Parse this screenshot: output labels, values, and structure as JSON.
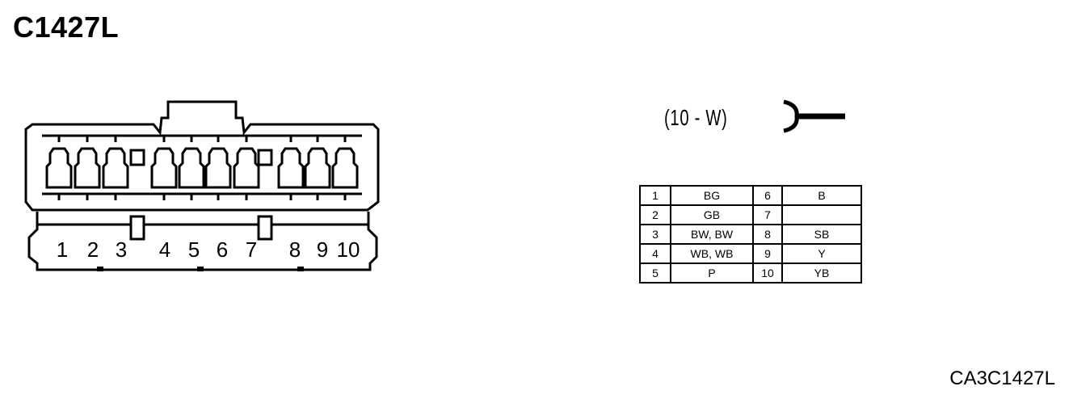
{
  "title": "C1427L",
  "connector_spec": "(10 - W)",
  "footer_code": "CA3C1427L",
  "pin_numbers": [
    "1",
    "2",
    "3",
    "4",
    "5",
    "6",
    "7",
    "8",
    "9",
    "10"
  ],
  "pin_table": [
    {
      "pin_left": "1",
      "color_left": "BG",
      "pin_right": "6",
      "color_right": "B"
    },
    {
      "pin_left": "2",
      "color_left": "GB",
      "pin_right": "7",
      "color_right": ""
    },
    {
      "pin_left": "3",
      "color_left": "BW, BW",
      "pin_right": "8",
      "color_right": "SB"
    },
    {
      "pin_left": "4",
      "color_left": "WB, WB",
      "pin_right": "9",
      "color_right": "Y"
    },
    {
      "pin_left": "5",
      "color_left": "P",
      "pin_right": "10",
      "color_right": "YB"
    }
  ],
  "icons": {
    "connector_face": "connector-face-drawing",
    "terminal_symbol": "female-terminal-symbol"
  }
}
